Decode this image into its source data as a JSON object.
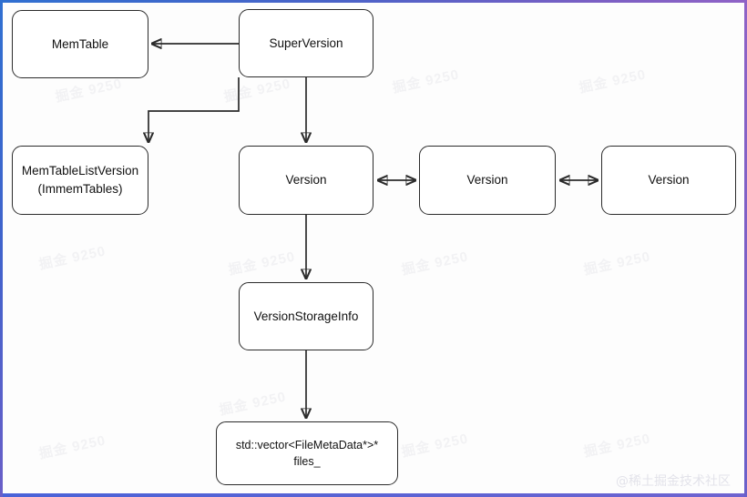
{
  "page": {
    "background": "#fdfdfd",
    "border_gradient_start": "#2f6fd0",
    "border_gradient_end": "#8f63c6",
    "watermark_text": "掘金 9250",
    "corner_watermark": "@稀土掘金技术社区"
  },
  "diagram": {
    "type": "flowchart",
    "node_stroke": "#2b2b2b",
    "node_fill": "#ffffff",
    "nodes": [
      {
        "id": "memtable",
        "label": "MemTable"
      },
      {
        "id": "superversion",
        "label": "SuperVersion"
      },
      {
        "id": "memtablelist",
        "label": "MemTableListVersion\n(ImmemTables)"
      },
      {
        "id": "version1",
        "label": "Version"
      },
      {
        "id": "version2",
        "label": "Version"
      },
      {
        "id": "version3",
        "label": "Version"
      },
      {
        "id": "vsinfo",
        "label": "VersionStorageInfo"
      },
      {
        "id": "files",
        "label": "std::vector<FileMetaData*>*\nfiles_"
      }
    ],
    "edges": [
      {
        "from": "superversion",
        "to": "memtable",
        "style": "straight",
        "arrow": "single"
      },
      {
        "from": "superversion",
        "to": "memtablelist",
        "style": "elbow",
        "arrow": "single"
      },
      {
        "from": "superversion",
        "to": "version1",
        "style": "straight",
        "arrow": "single"
      },
      {
        "from": "version1",
        "to": "version2",
        "style": "horizontal",
        "arrow": "double"
      },
      {
        "from": "version2",
        "to": "version3",
        "style": "horizontal",
        "arrow": "double"
      },
      {
        "from": "version1",
        "to": "vsinfo",
        "style": "straight",
        "arrow": "single"
      },
      {
        "from": "vsinfo",
        "to": "files",
        "style": "straight",
        "arrow": "single"
      }
    ]
  }
}
